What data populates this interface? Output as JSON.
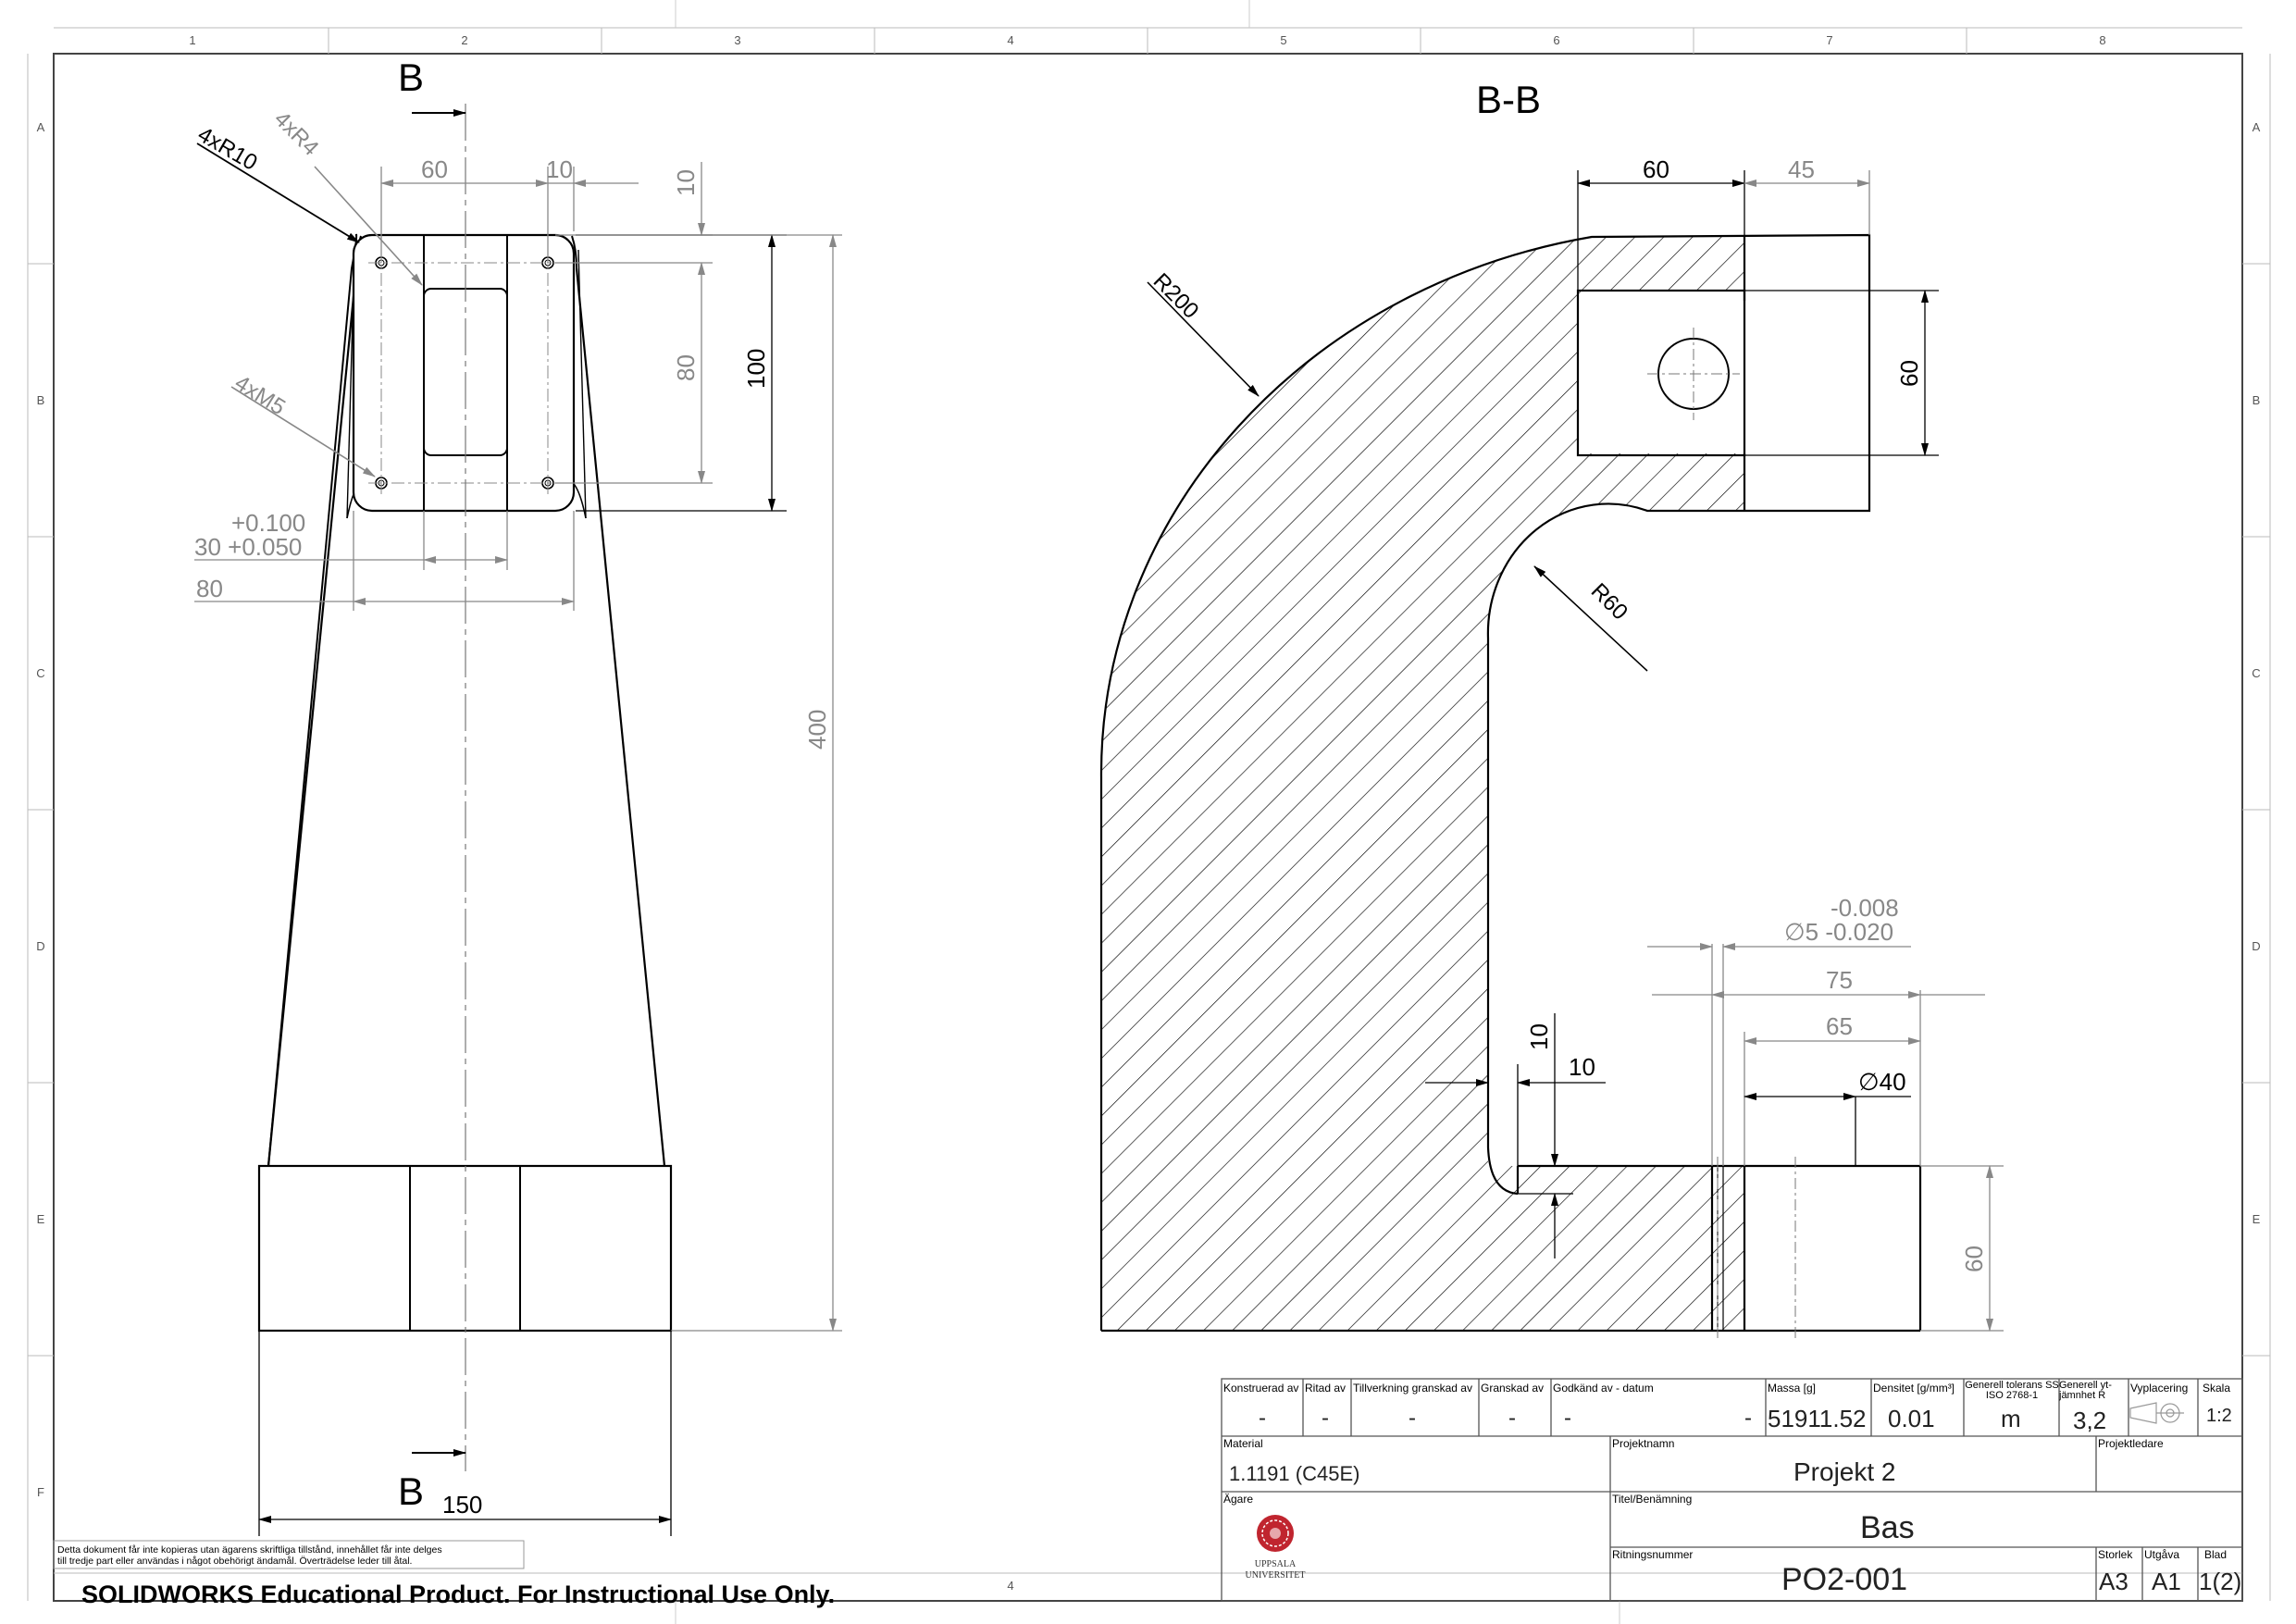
{
  "zones": {
    "columns": [
      "1",
      "2",
      "3",
      "4",
      "5",
      "6",
      "7",
      "8"
    ],
    "rows": [
      "A",
      "B",
      "C",
      "D",
      "E",
      "F"
    ]
  },
  "views": {
    "left": {
      "section_mark_top": "B",
      "section_mark_bottom": "B",
      "dims": {
        "r10": "4xR10",
        "r4": "4xR4",
        "m5": "4xM5",
        "w60": "60",
        "w10": "10",
        "h10": "10",
        "h80": "80",
        "h100": "100",
        "h400": "400",
        "tol_upper": "+0.100",
        "tol_base": "30 +0.050",
        "w80": "80",
        "w150": "150"
      }
    },
    "section": {
      "title": "B-B",
      "dims": {
        "top60": "60",
        "top45": "45",
        "r200": "R200",
        "r60": "R60",
        "v60": "60",
        "tol_upper": "-0.008",
        "tol_base": "∅5 -0.020",
        "d75": "75",
        "d65": "65",
        "d40": "∅40",
        "d10h": "10",
        "d10v": "10",
        "v60b": "60"
      }
    }
  },
  "title_block": {
    "headers": {
      "konstruerad": "Konstruerad av",
      "ritad": "Ritad av",
      "tillverkning": "Tillverkning granskad av",
      "granskad": "Granskad av",
      "godkand": "Godkänd av  - datum",
      "massa": "Massa [g]",
      "densitet": "Densitet [g/mm³]",
      "tolerans": "Generell tolerans SS ISO 2768-1",
      "ytjamnhet": "Generell yt- jämnhet R",
      "vplacering": "Vyplacering",
      "skala": "Skala"
    },
    "values": {
      "konstruerad": "-",
      "ritad": "-",
      "tillverkning": "-",
      "granskad": "-",
      "godkand": "-",
      "dash_end": "-",
      "massa": "51911.52",
      "densitet": "0.01",
      "tolerans": "m",
      "ytjamnhet": "3,2",
      "skala": "1:2"
    },
    "material_label": "Material",
    "material": "1.1191 (C45E)",
    "projektnamn_label": "Projektnamn",
    "projektnamn": "Projekt 2",
    "projektledare_label": "Projektledare",
    "agare_label": "Ägare",
    "titel_label": "Titel/Benämning",
    "titel": "Bas",
    "ritningsnummer_label": "Ritningsnummer",
    "ritningsnummer": "PO2-001",
    "storlek_label": "Storlek",
    "storlek": "A3",
    "utgava_label": "Utgåva",
    "utgava": "A1",
    "blad_label": "Blad",
    "blad": "1(2)",
    "logo_text_1": "UPPSALA",
    "logo_text_2": "UNIVERSITET"
  },
  "disclaimer": {
    "line1": "Detta dokument får inte kopieras utan ägarens skriftliga tillstånd, innehållet får inte delges",
    "line2": "till tredje part eller användas i något obehörigt ändamål. Överträdelse leder till åtal."
  },
  "watermark": "SOLIDWORKS Educational Product. For Instructional Use Only."
}
